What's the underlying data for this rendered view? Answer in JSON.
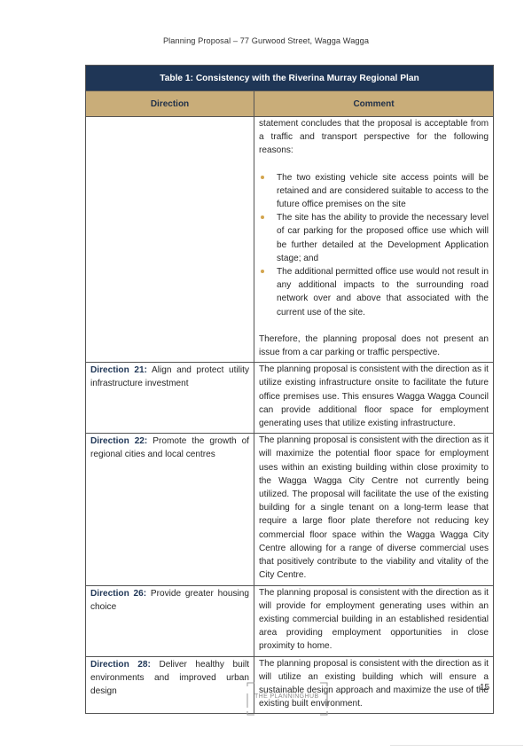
{
  "header": {
    "text": "Planning Proposal – 77 Gurwood Street, Wagga Wagga"
  },
  "table": {
    "title": "Table 1: Consistency with the Riverina Murray Regional Plan",
    "columns": [
      "Direction",
      "Comment"
    ],
    "continuation": {
      "intro": "statement concludes that the proposal is acceptable from a traffic and transport perspective for the following reasons:",
      "bullets": [
        "The two existing vehicle site access points will be retained and are considered suitable to access to the future office premises on the site",
        "The site has the ability to provide the necessary level of car parking for the proposed office use which will be further detailed at the Development Application stage; and",
        "The additional permitted office use would not result in any additional impacts to the surrounding road network over and above that associated with the current use of the site."
      ],
      "conclusion": "Therefore, the planning proposal does not present an issue from a car parking or traffic perspective."
    },
    "rows": [
      {
        "label": "Direction 21:",
        "title": "Align and protect utility infrastructure investment",
        "comment": "The planning proposal is consistent with the direction as it utilize existing infrastructure onsite to facilitate the future office premises use. This ensures Wagga Wagga Council can provide additional floor space for employment generating uses that utilize existing infrastructure."
      },
      {
        "label": "Direction 22:",
        "title": "Promote the growth of regional cities and local centres",
        "comment": "The planning proposal is consistent with the direction as it will maximize the potential floor space for employment uses within an existing building within close proximity to the Wagga Wagga City Centre not currently being utilized. The proposal will facilitate the use of the existing building for a single tenant on a long-term lease that require a large floor plate therefore not reducing key commercial floor space within the Wagga Wagga City Centre allowing for a range of diverse commercial uses that positively contribute to the viability and vitality of the City Centre."
      },
      {
        "label": "Direction 26:",
        "title": "Provide greater housing choice",
        "comment": "The planning proposal is consistent with the direction as it will provide for employment generating uses within an existing commercial building in an established residential area providing employment opportunities in close proximity to home."
      },
      {
        "label": "Direction 28:",
        "title": "Deliver healthy built environments and improved urban design",
        "comment": "The planning proposal is consistent with the direction as it will utilize an existing building which will ensure a sustainable design approach and maximize the use of the existing built environment."
      }
    ]
  },
  "footer": {
    "page_number": "15",
    "logo_text": "THE PLANNINGHUB",
    "logo_icon": "planninghub-logo"
  },
  "colors": {
    "title_bg": "#1f3656",
    "header_bg": "#c9ad79",
    "bullet": "#d3a54e",
    "direction_label": "#1f3656"
  }
}
